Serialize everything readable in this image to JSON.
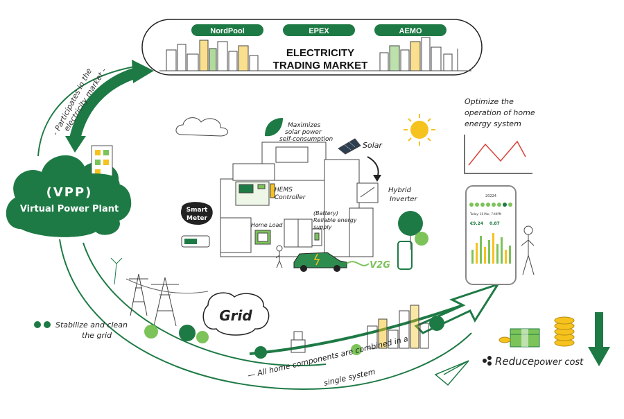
{
  "market": {
    "exchanges": [
      "NordPool",
      "EPEX",
      "AEMO"
    ],
    "title_line1": "ELECTRICITY",
    "title_line2": "TRADING MARKET"
  },
  "vpp": {
    "abbr": "(VPP)",
    "name": "Virtual Power Plant"
  },
  "arcs": {
    "participates_line1": "- Participates in the",
    "participates_line2": "electricity market -",
    "stabilize_line1": "Stabilize and clean",
    "stabilize_line2": "the grid",
    "combined_line1": "— All home components are combined in a",
    "combined_line2": "single system"
  },
  "home": {
    "maximizes_line1": "Maximizes",
    "maximizes_line2": "solar power",
    "maximizes_line3": "self-consumption",
    "solar": "Solar",
    "hems_line1": "HEMS",
    "hems_line2": "Controller",
    "hybrid_line1": "Hybrid",
    "hybrid_line2": "Inverter",
    "smart_meter_line1": "Smart",
    "smart_meter_line2": "Meter",
    "home_load": "Home Load",
    "battery_line1": "(Battery)",
    "battery_line2": "Reliable energy",
    "battery_line3": "supply",
    "v2g": "V2G"
  },
  "optimize": {
    "line1": "Optimize the",
    "line2": "operation of home",
    "line3": "energy system"
  },
  "phone": {
    "header": "20224",
    "date": "Today: 16 Mar, 7:40PM",
    "value_left": "€9.24",
    "value_right": "0.87"
  },
  "grid_label": "Grid",
  "reduce": {
    "word": "Reduce",
    "rest": "power cost"
  },
  "colors": {
    "brand_green": "#1e7a45",
    "light_green": "#7cc35a",
    "sun_yellow": "#f6c21d",
    "chart_red": "#d9443a",
    "car_green": "#2f8c4f"
  }
}
